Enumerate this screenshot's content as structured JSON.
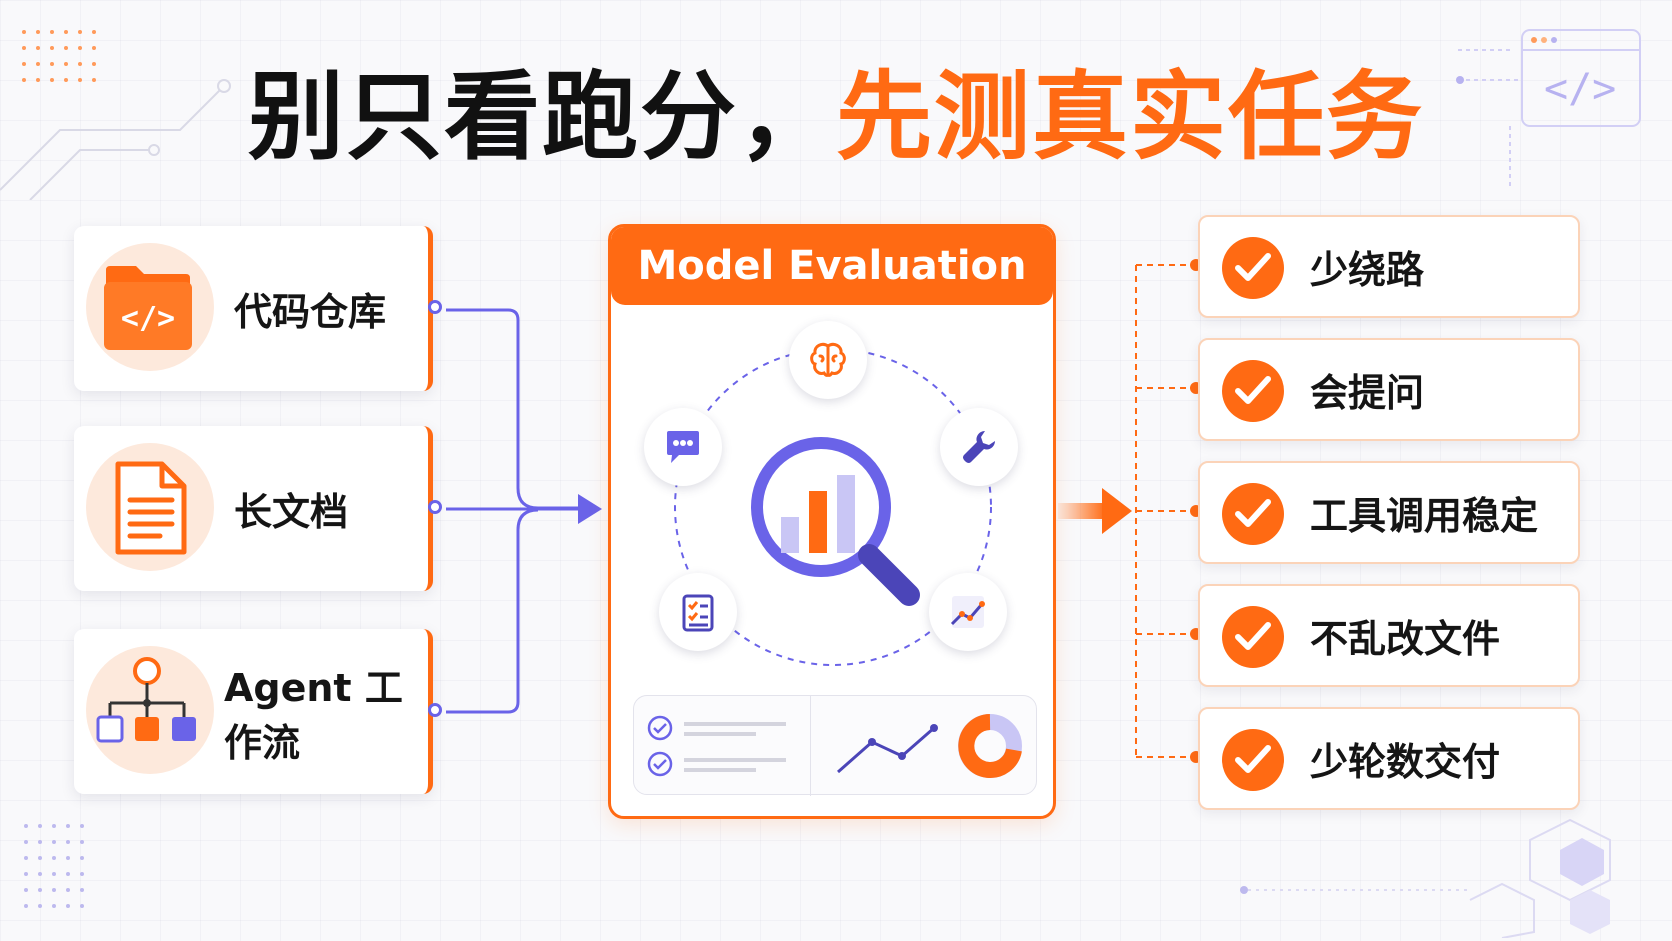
{
  "title": {
    "part1": "别只看跑分，",
    "part2": "先测真实任务"
  },
  "inputs": [
    {
      "label": "代码仓库",
      "icon": "code-folder-icon"
    },
    {
      "label": "长文档",
      "icon": "document-icon"
    },
    {
      "label": "Agent 工作流",
      "icon": "workflow-icon"
    }
  ],
  "evaluation": {
    "header": "Model Evaluation",
    "nodes": [
      "brain-icon",
      "chat-bubble-icon",
      "wrench-icon",
      "checklist-icon",
      "line-trend-icon"
    ],
    "center_icon": "magnifier-bar-chart-icon"
  },
  "outcomes": [
    {
      "label": "少绕路"
    },
    {
      "label": "会提问"
    },
    {
      "label": "工具调用稳定"
    },
    {
      "label": "不乱改文件"
    },
    {
      "label": "少轮数交付"
    }
  ],
  "colors": {
    "accent": "#ff6a13",
    "connector": "#6a63e8",
    "light_accent": "#fde9dc"
  }
}
